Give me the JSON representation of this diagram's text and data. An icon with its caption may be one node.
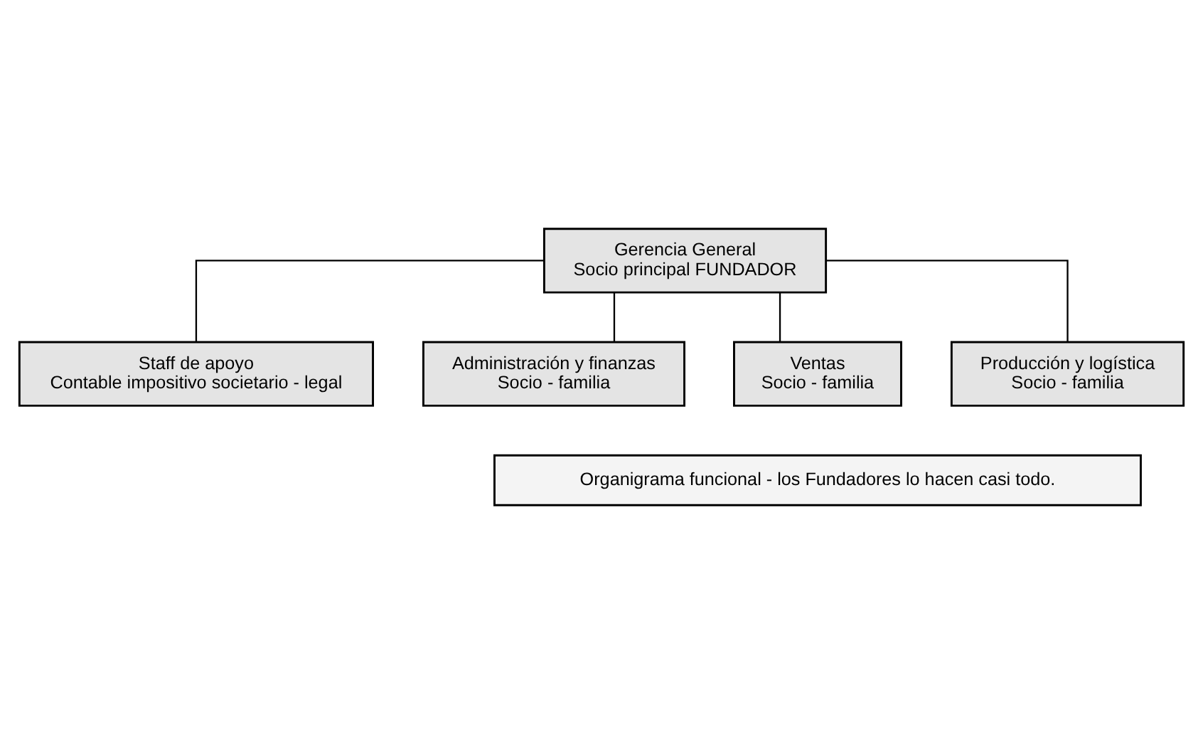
{
  "diagram": {
    "nodes": [
      {
        "text": [
          "Gerencia General",
          "Socio principal FUNDADOR"
        ]
      },
      {
        "text": [
          "Staff de apoyo",
          "Contable impositivo societario - legal"
        ]
      },
      {
        "text": [
          "Administración y finanzas",
          "Socio - familia"
        ]
      },
      {
        "text": [
          "Ventas",
          "Socio - familia"
        ]
      },
      {
        "text": [
          "Producción y logística",
          "Socio - familia"
        ]
      },
      {
        "text": [
          "Organigrama funcional - los Fundadores lo hacen casi todo."
        ]
      }
    ],
    "edges": [
      {
        "from": 0,
        "to": 1,
        "arrow": "none"
      },
      {
        "from": 0,
        "to": 2,
        "arrow": "none"
      },
      {
        "from": 0,
        "to": 3,
        "arrow": "none"
      },
      {
        "from": 0,
        "to": 4,
        "arrow": "none"
      }
    ]
  }
}
